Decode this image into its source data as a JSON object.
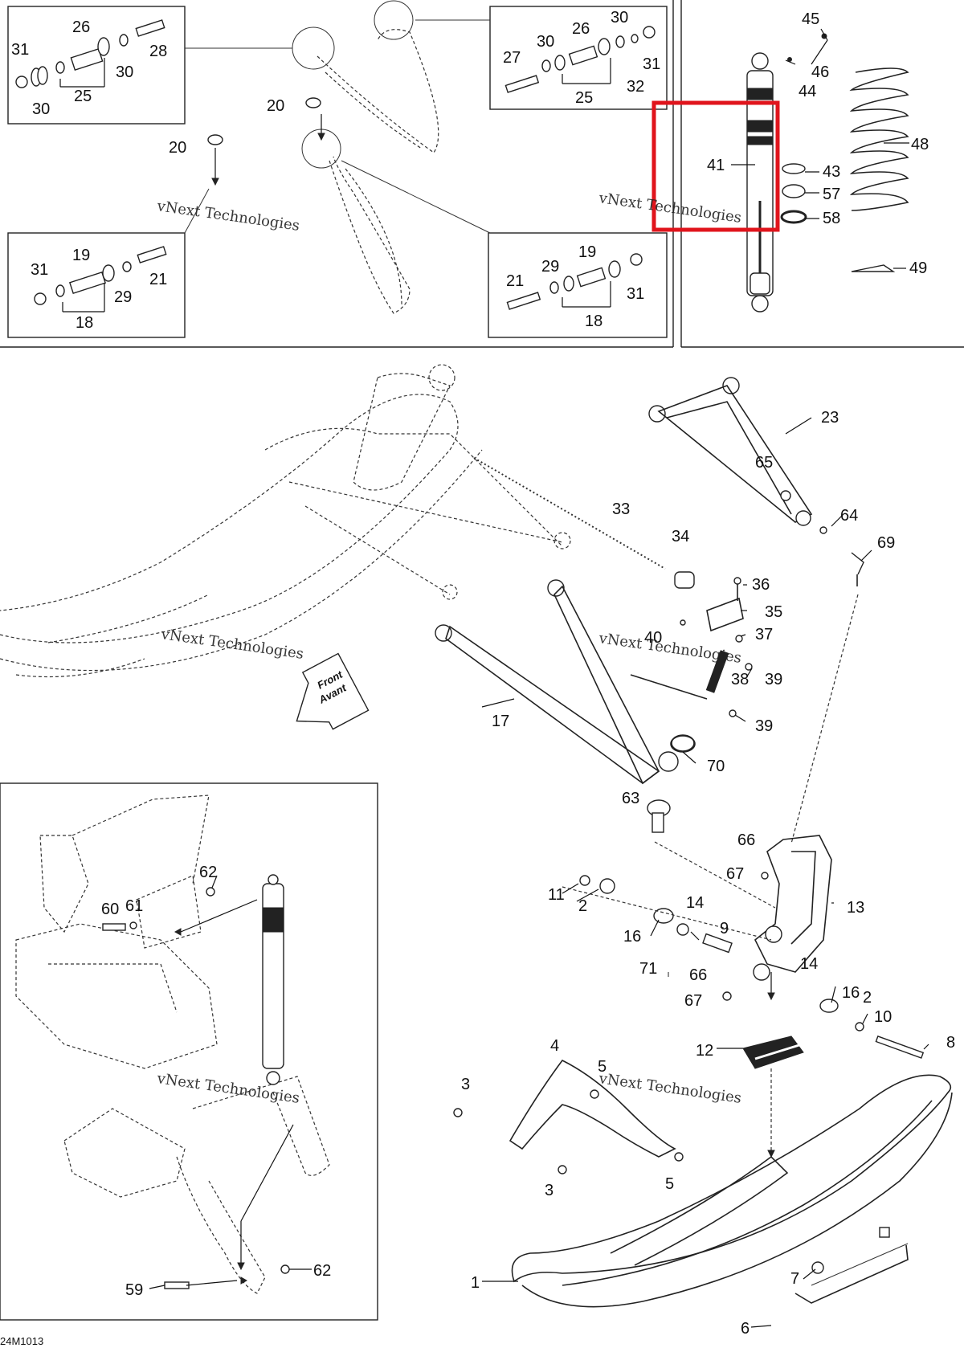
{
  "diagram": {
    "figure_code": "24M1013",
    "watermark_text": "vNext Technologies",
    "front_arrow": {
      "line1": "Front",
      "line2": "Avant"
    },
    "highlight_color": "#e0141c",
    "callouts": {
      "p1": "1",
      "p2a": "2",
      "p2b": "2",
      "p3a": "3",
      "p3b": "3",
      "p4": "4",
      "p5a": "5",
      "p5b": "5",
      "p6": "6",
      "p7": "7",
      "p8": "8",
      "p9": "9",
      "p10": "10",
      "p11": "11",
      "p12": "12",
      "p13": "13",
      "p14a": "14",
      "p14b": "14",
      "p16a": "16",
      "p16b": "16",
      "p17": "17",
      "p18a": "18",
      "p18b": "18",
      "p19a": "19",
      "p19b": "19",
      "p20a": "20",
      "p20b": "20",
      "p21a": "21",
      "p21b": "21",
      "p23": "23",
      "p25a": "25",
      "p25b": "25",
      "p26a": "26",
      "p26b": "26",
      "p27": "27",
      "p28": "28",
      "p29a": "29",
      "p29b": "29",
      "p30a": "30",
      "p30b": "30",
      "p30c": "30",
      "p30d": "30",
      "p31a": "31",
      "p31b": "31",
      "p31c": "31",
      "p31d": "31",
      "p32": "32",
      "p33": "33",
      "p34": "34",
      "p35": "35",
      "p36": "36",
      "p37": "37",
      "p38": "38",
      "p39a": "39",
      "p39b": "39",
      "p40": "40",
      "p41": "41",
      "p43": "43",
      "p44": "44",
      "p45": "45",
      "p46": "46",
      "p48": "48",
      "p49": "49",
      "p57": "57",
      "p58": "58",
      "p59": "59",
      "p60": "60",
      "p61": "61",
      "p62a": "62",
      "p62b": "62",
      "p63": "63",
      "p64": "64",
      "p65": "65",
      "p66a": "66",
      "p66b": "66",
      "p67a": "67",
      "p67b": "67",
      "p69": "69",
      "p70": "70",
      "p71": "71"
    }
  }
}
